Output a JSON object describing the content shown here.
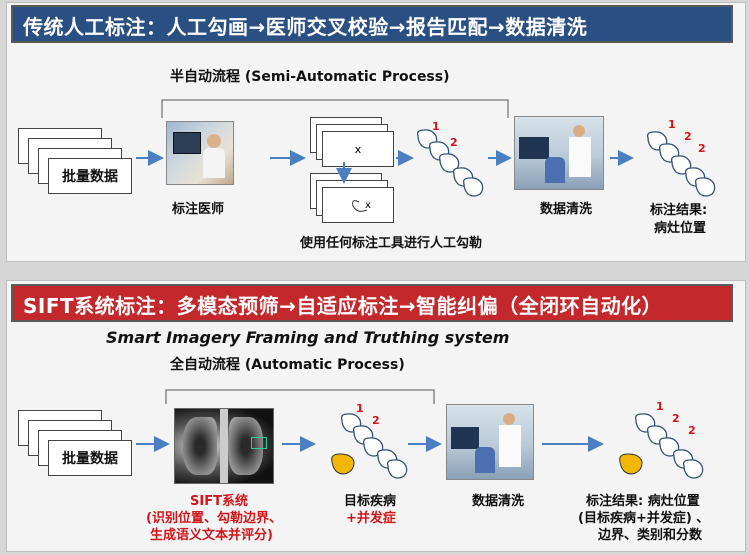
{
  "section1": {
    "header": "传统人工标注：人工勾画→医师交叉校验→报告匹配→数据清洗",
    "process_title": "半自动流程 (Semi-Automatic Process)",
    "batch_label": "批量数据",
    "doctor_label": "标注医师",
    "tool_label": "使用任何标注工具进行人工勾勒",
    "clean_label": "数据清洗",
    "result_label_1": "标注结果:",
    "result_label_2": "病灶位置",
    "doc_marks": [
      "x",
      "x"
    ],
    "lesion_nums": [
      "1",
      "2",
      "2"
    ]
  },
  "section2": {
    "header": "SIFT系统标注：多模态预筛→自适应标注→智能纠偏（全闭环自动化）",
    "system_name": "Smart Imagery Framing and Truthing system",
    "process_title": "全自动流程 (Automatic Process)",
    "batch_label": "批量数据",
    "sift_label_1": "SIFT系统",
    "sift_label_2": "(识别位置、勾勒边界、",
    "sift_label_3": "生成语义文本并评分)",
    "target_label_1": "目标疾病",
    "target_label_2": "+并发症",
    "clean_label": "数据清洗",
    "result_label_1": "标注结果: 病灶位置",
    "result_label_2": "(目标疾病+并发症) 、",
    "result_label_3": "边界、类别和分数",
    "lesion_nums": [
      "1",
      "2",
      "2"
    ]
  },
  "colors": {
    "header_blue": "#2a4f82",
    "header_red": "#c3282c",
    "arrow_blue": "#4a7fc1",
    "accent_red": "#d0161b",
    "lesion_yellow": "#f2b705"
  }
}
